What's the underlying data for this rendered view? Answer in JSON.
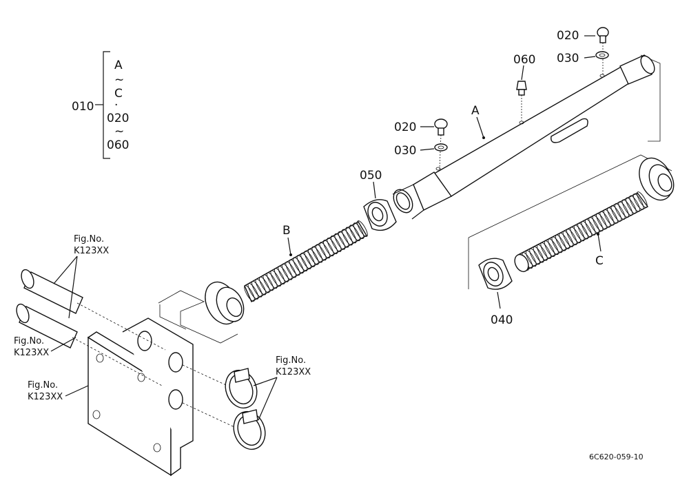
{
  "callouts": {
    "main_label": "010",
    "bracket_items": [
      "A",
      "~",
      "C",
      "·",
      "020",
      "~",
      "060"
    ],
    "part_020_top": "020",
    "part_030_top": "030",
    "part_060": "060",
    "part_A": "A",
    "part_020_mid": "020",
    "part_030_mid": "030",
    "part_050": "050",
    "part_B": "B",
    "part_C": "C",
    "part_040": "040"
  },
  "figure_refs": {
    "ref1_line1": "Fig.No.",
    "ref1_line2": "K123XX",
    "ref2_line1": "Fig.No.",
    "ref2_line2": "K123XX",
    "ref3_line1": "Fig.No.",
    "ref3_line2": "K123XX",
    "ref4_line1": "Fig.No.",
    "ref4_line2": "K123XX"
  },
  "drawing_code": "6C620-059-10"
}
